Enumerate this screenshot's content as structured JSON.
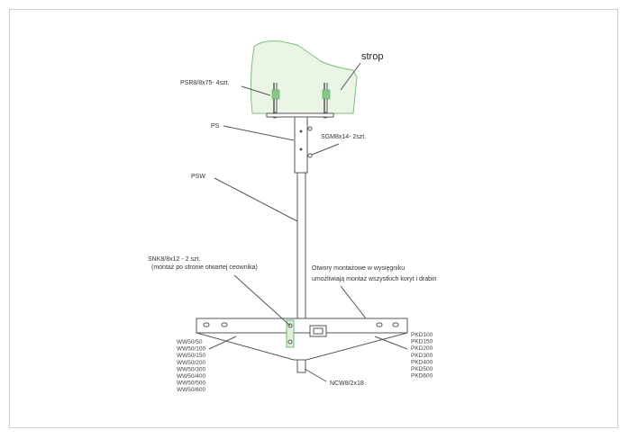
{
  "labels": {
    "ceiling": "strop",
    "anchor_bolts": "PSR8/8x75- 4szt.",
    "ps": "PS",
    "screws": "SGM8x14- 2szt.",
    "psw": "PSW",
    "snk_line1": "SNK8/8x12 - 2 szt.",
    "snk_line2": "(montaż po stronie otwartej ceownika)",
    "holes_line1": "Otwory montażowe w wysięgniku",
    "holes_line2": "umożliwiają montaż wszystkich koryt i drabin",
    "bolt_ncw": "NCW8/2x18"
  },
  "left_models": [
    "WW50/50",
    "WW50/100",
    "WW50/150",
    "WW50/200",
    "WW50/300",
    "WW50/400",
    "WW50/500",
    "WW50/600"
  ],
  "right_models": [
    "PKD100",
    "PKD150",
    "PKD200",
    "PKD300",
    "PKD400",
    "PKD500",
    "PKD600"
  ],
  "colors": {
    "ceiling_stroke": "#7fbf7f",
    "ceiling_fill": "#eaf5e6",
    "line": "#555555",
    "green_mark": "#4caf50"
  }
}
